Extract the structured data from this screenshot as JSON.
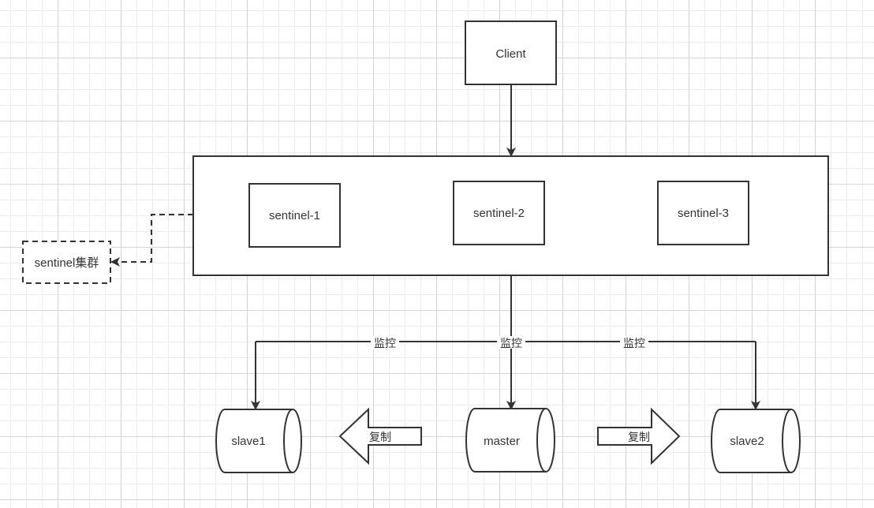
{
  "nodes": {
    "client": "Client",
    "sentinel1": "sentinel-1",
    "sentinel2": "sentinel-2",
    "sentinel3": "sentinel-3",
    "cluster": "sentinel集群",
    "master": "master",
    "slave1": "slave1",
    "slave2": "slave2"
  },
  "edges": {
    "monitor_left": "监控",
    "monitor_center": "监控",
    "monitor_right": "监控",
    "replicate_left": "复制",
    "replicate_right": "复制"
  },
  "colors": {
    "stroke": "#333333",
    "fill": "#ffffff",
    "text": "#333333",
    "grid": "#d4d4d4"
  }
}
